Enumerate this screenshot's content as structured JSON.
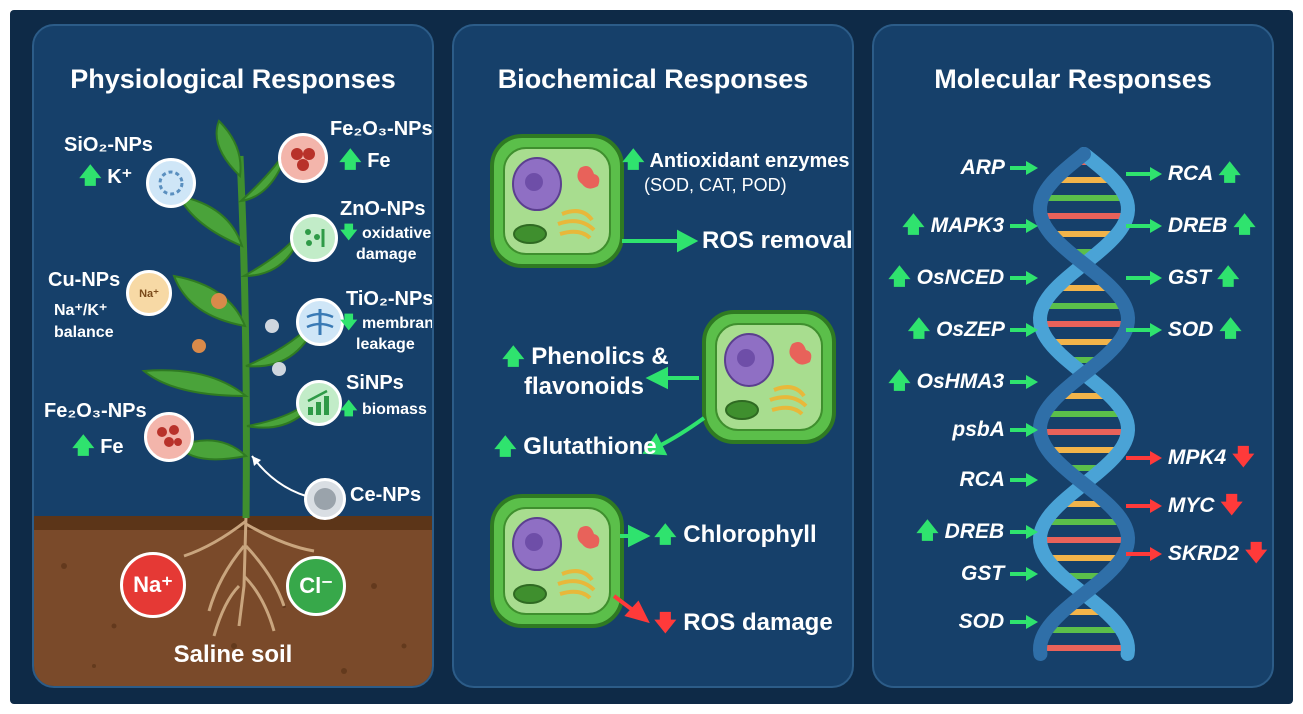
{
  "colors": {
    "background": "#0e2a47",
    "panel": "#16406a",
    "up_arrow": "#2fe36e",
    "down_arrow": "#ff3a3a",
    "soil": "#7a4a2a"
  },
  "physiological": {
    "title": "Physiological Responses",
    "sio2": {
      "name": "SiO₂-NPs",
      "effect": "K⁺"
    },
    "fe2o3_top": {
      "name": "Fe₂O₃-NPs",
      "effect": "Fe"
    },
    "zno": {
      "name": "ZnO-NPs",
      "effect1": "oxidative",
      "effect2": "damage"
    },
    "cu": {
      "name": "Cu-NPs",
      "effect1": "Na⁺/K⁺",
      "effect2": "balance",
      "icon": "Na⁺"
    },
    "tio2": {
      "name": "TiO₂-NPs",
      "effect1": "membrane",
      "effect2": "leakage"
    },
    "sinps": {
      "name": "SiNPs",
      "effect": "biomass"
    },
    "fe2o3_bottom": {
      "name": "Fe₂O₃-NPs",
      "effect": "Fe"
    },
    "ce": {
      "name": "Ce-NPs"
    },
    "soil": {
      "na": "Na⁺",
      "cl": "Cl⁻",
      "label": "Saline soil"
    }
  },
  "biochemical": {
    "title": "Biochemical Responses",
    "antioxidant1": "Antioxidant enzymes",
    "antioxidant2": "(SOD, CAT, POD)",
    "ros_removal": "ROS removal",
    "phenolics1": "Phenolics &",
    "phenolics2": "flavonoids",
    "glutathione": "Glutathione",
    "chlorophyll": "Chlorophyll",
    "ros_damage": "ROS damage"
  },
  "molecular": {
    "title": "Molecular Responses",
    "left": [
      {
        "name": "ARP",
        "dir": "none"
      },
      {
        "name": "MAPK3",
        "dir": "up"
      },
      {
        "name": "OsNCED",
        "dir": "up"
      },
      {
        "name": "OsZEP",
        "dir": "up"
      },
      {
        "name": "OsHMA3",
        "dir": "up"
      },
      {
        "name": "psbA",
        "dir": "none"
      },
      {
        "name": "RCA",
        "dir": "none"
      },
      {
        "name": "DREB",
        "dir": "up"
      },
      {
        "name": "GST",
        "dir": "none"
      },
      {
        "name": "SOD",
        "dir": "none"
      }
    ],
    "right": [
      {
        "name": "RCA",
        "dir": "up"
      },
      {
        "name": "DREB",
        "dir": "up"
      },
      {
        "name": "GST",
        "dir": "up"
      },
      {
        "name": "SOD",
        "dir": "up"
      },
      {
        "name": "MPK4",
        "dir": "down"
      },
      {
        "name": "MYC",
        "dir": "down"
      },
      {
        "name": "SKRD2",
        "dir": "down"
      }
    ]
  }
}
